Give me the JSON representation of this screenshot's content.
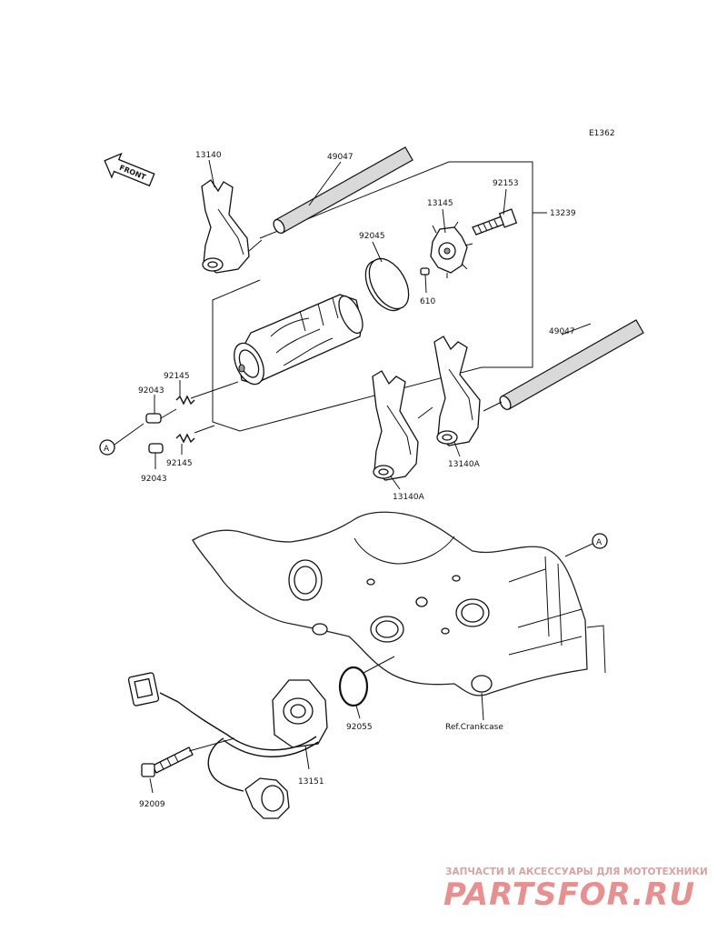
{
  "diagram": {
    "code": "E1362",
    "front_label": "FRONT",
    "ref_marker": "A",
    "parts": {
      "p13140": "13140",
      "p49047_upper": "49047",
      "p49047_lower": "49047",
      "p92045": "92045",
      "p13145": "13145",
      "p92153": "92153",
      "p13239": "13239",
      "p610": "610",
      "p92145_upper": "92145",
      "p92145_lower": "92145",
      "p92043_upper": "92043",
      "p92043_lower": "92043",
      "p13140A_right": "13140A",
      "p13140A_left": "13140A",
      "p92055": "92055",
      "ref_crankcase": "Ref.Crankcase",
      "p13151": "13151",
      "p92009": "92009"
    }
  },
  "watermark": {
    "tagline": "ЗАПЧАСТИ И АКСЕССУАРЫ ДЛЯ МОТОТЕХНИКИ",
    "brand": "PARTSFOR.RU"
  }
}
